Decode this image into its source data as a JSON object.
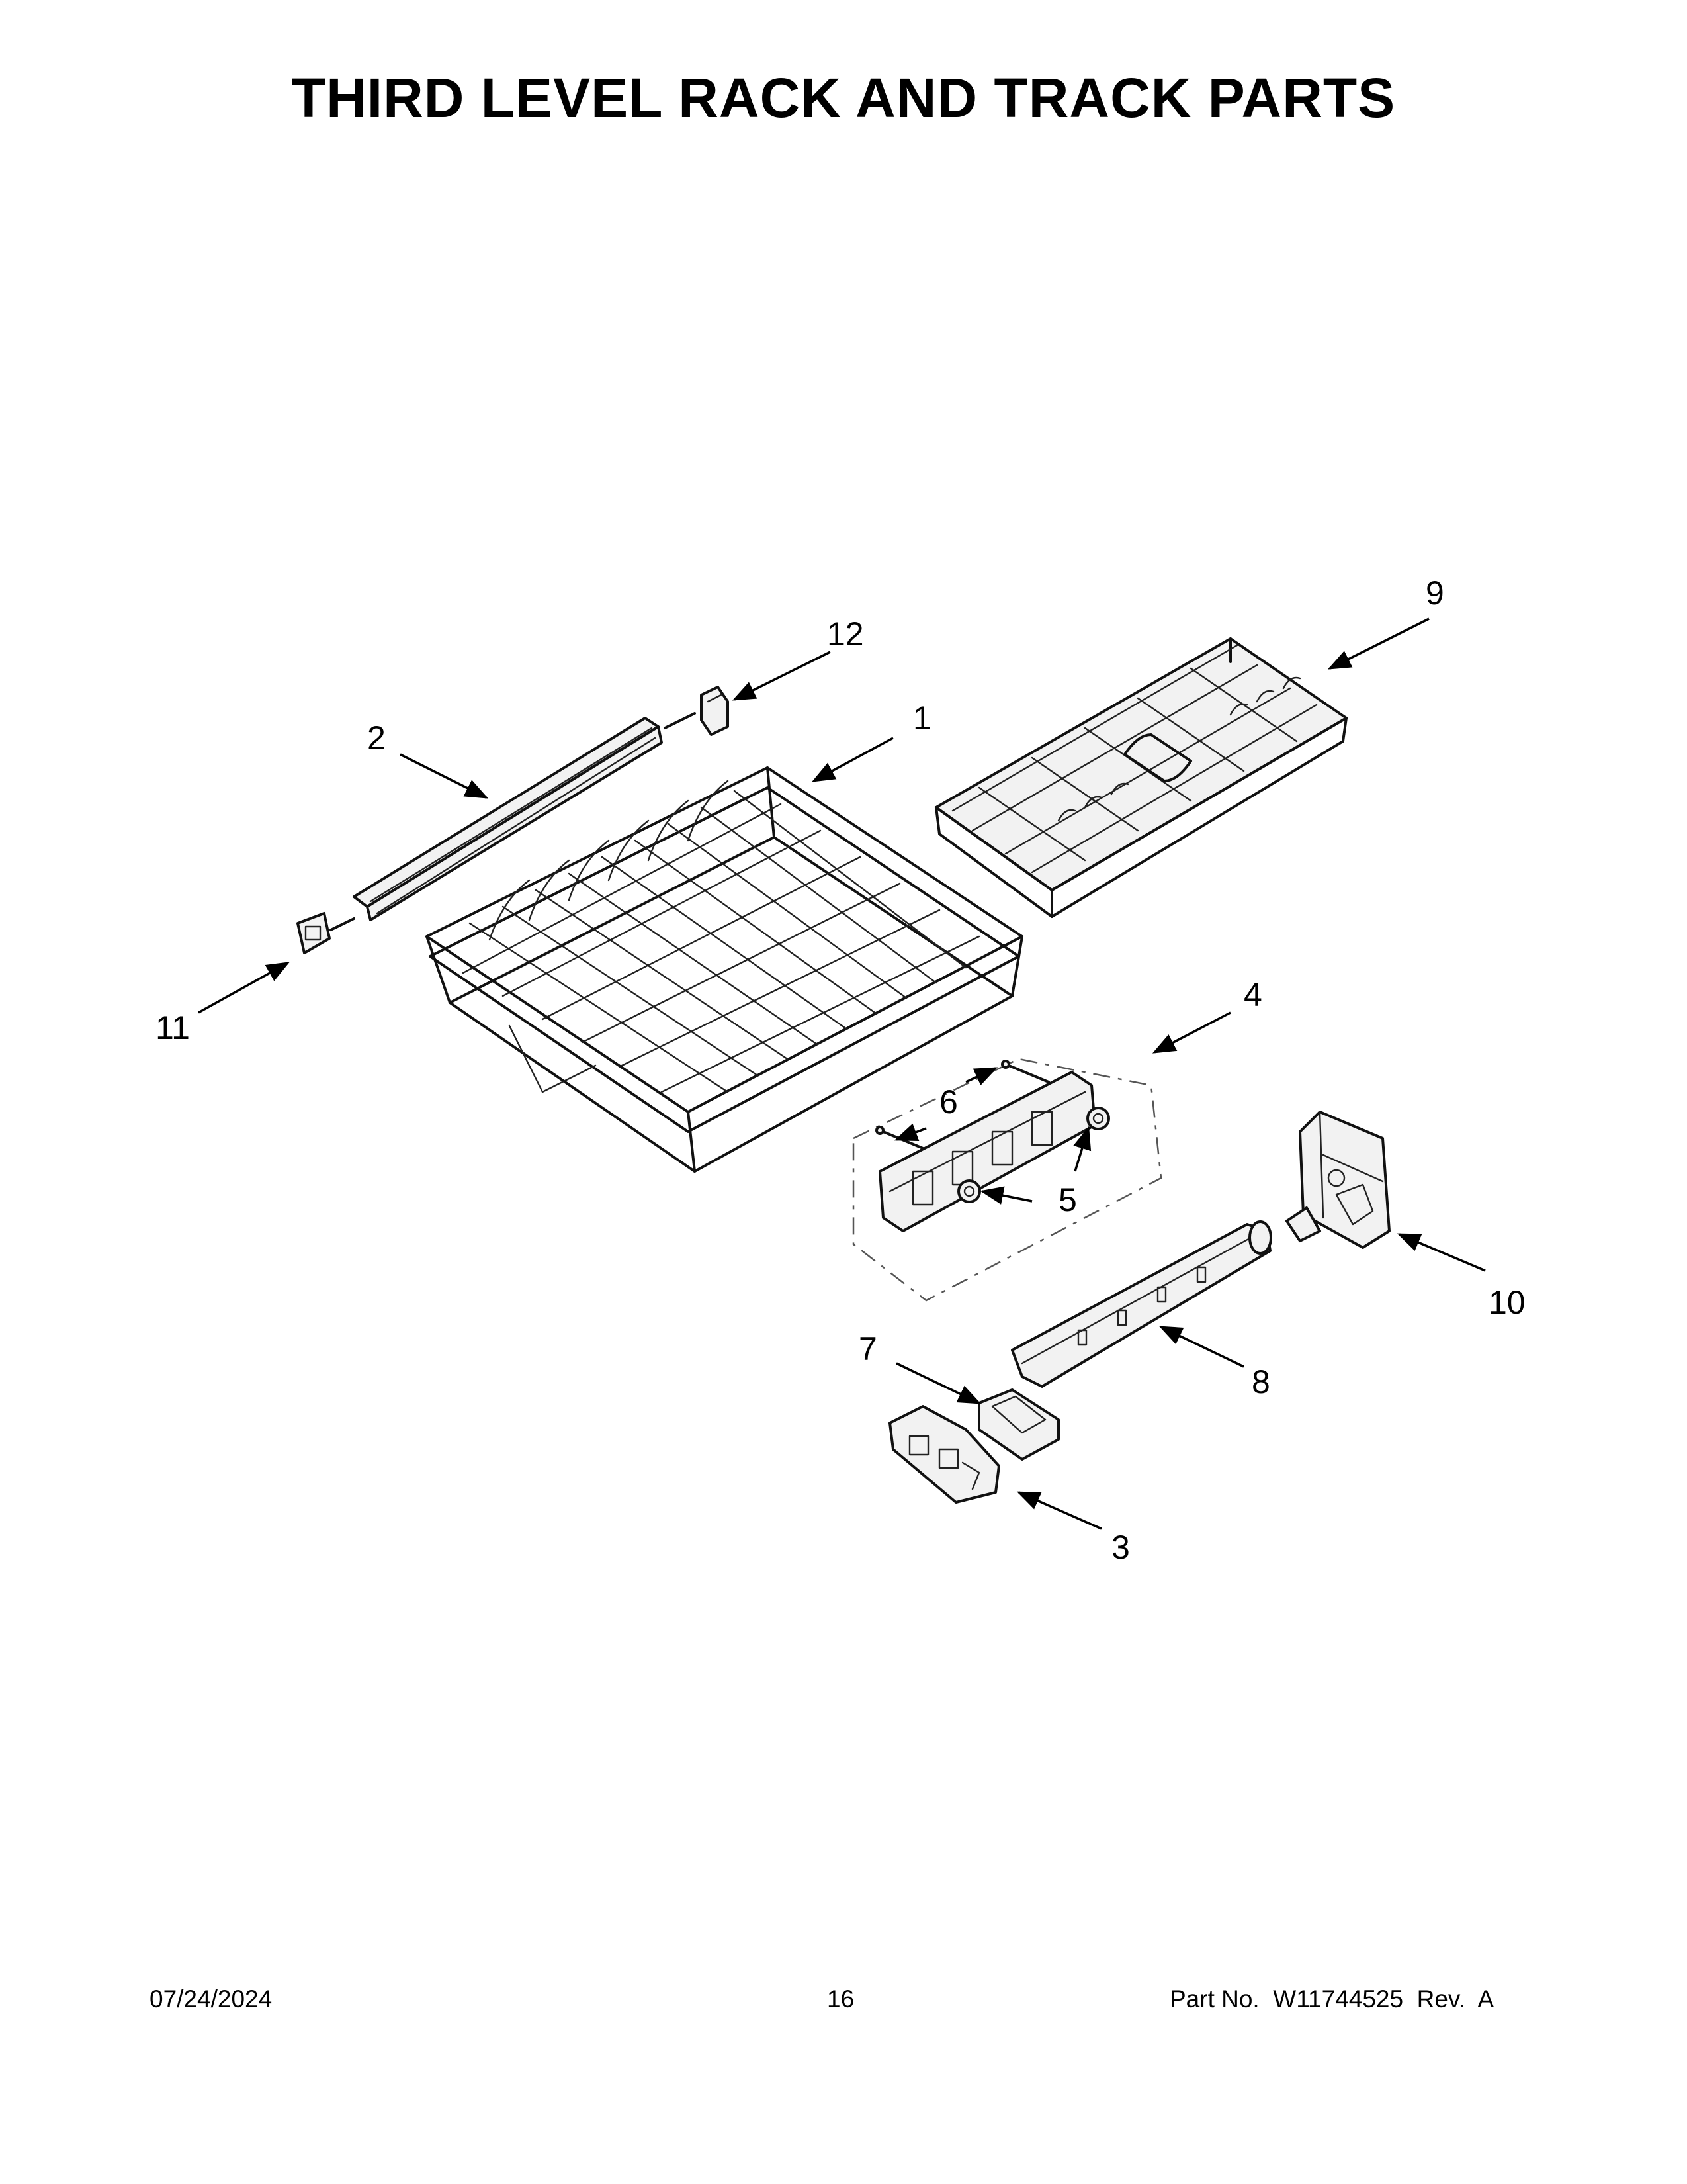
{
  "title": "THIRD LEVEL RACK AND TRACK PARTS",
  "callouts": [
    "1",
    "2",
    "3",
    "4",
    "5",
    "6",
    "7",
    "8",
    "9",
    "10",
    "11",
    "12"
  ],
  "footer": {
    "date": "07/24/2024",
    "page": "16",
    "part": "Part No.  W11744525  Rev.  A"
  }
}
